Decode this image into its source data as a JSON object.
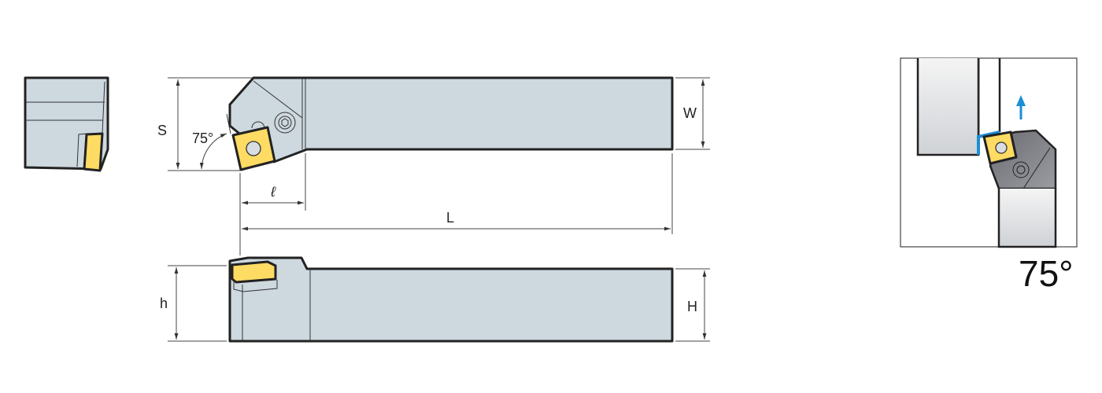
{
  "labels": {
    "s": "S",
    "angle": "75°",
    "l_small": "ℓ",
    "l_big": "L",
    "w": "W",
    "h_small": "h",
    "h_big": "H",
    "approach_angle": "75°"
  },
  "colors": {
    "holder_body": "#cdd8df",
    "insert": "#fedb63",
    "feed_arrow": "#1a8fd6",
    "outline": "#222222"
  }
}
